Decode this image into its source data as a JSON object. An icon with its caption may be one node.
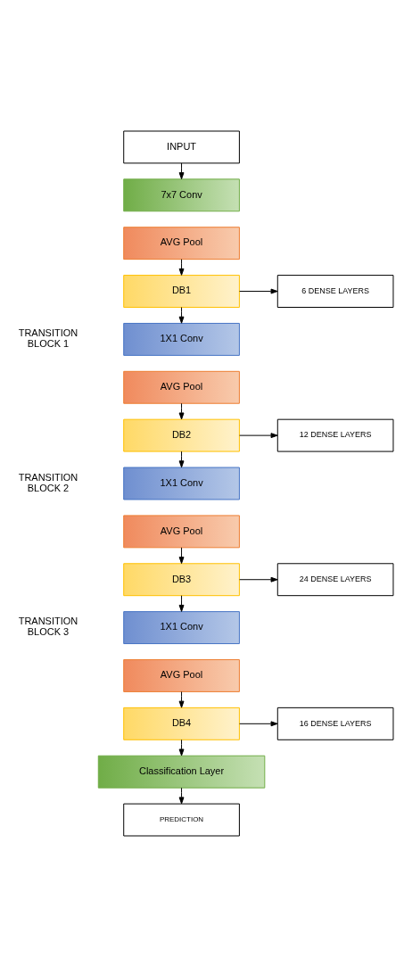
{
  "diagram": {
    "nodes": [
      {
        "text": [
          "INPUT"
        ]
      },
      {
        "text": [
          "7x7 Conv"
        ]
      },
      {
        "text": [
          "AVG Pool"
        ]
      },
      {
        "text": [
          "DB1"
        ]
      },
      {
        "text": [
          "6 DENSE LAYERS"
        ]
      },
      {
        "text": [
          "1X1 Conv"
        ]
      },
      {
        "text": [
          "AVG Pool"
        ]
      },
      {
        "text": [
          "DB2"
        ]
      },
      {
        "text": [
          "12 DENSE LAYERS"
        ]
      },
      {
        "text": [
          "1X1 Conv"
        ]
      },
      {
        "text": [
          "AVG Pool"
        ]
      },
      {
        "text": [
          "DB3"
        ]
      },
      {
        "text": [
          "24 DENSE LAYERS"
        ]
      },
      {
        "text": [
          "1X1 Conv"
        ]
      },
      {
        "text": [
          "AVG Pool"
        ]
      },
      {
        "text": [
          "DB4"
        ]
      },
      {
        "text": [
          "16 DENSE LAYERS"
        ]
      },
      {
        "text": [
          "Classification Layer"
        ]
      },
      {
        "text": [
          "PREDICTION"
        ]
      }
    ],
    "edges": [
      {
        "from": 0,
        "to": 1,
        "arrow": "to"
      },
      {
        "from": 2,
        "to": 3,
        "arrow": "to"
      },
      {
        "from": 3,
        "to": 4,
        "arrow": "to"
      },
      {
        "from": 3,
        "to": 5,
        "arrow": "to"
      },
      {
        "from": 6,
        "to": 7,
        "arrow": "to"
      },
      {
        "from": 7,
        "to": 8,
        "arrow": "to"
      },
      {
        "from": 7,
        "to": 9,
        "arrow": "to"
      },
      {
        "from": 10,
        "to": 11,
        "arrow": "to"
      },
      {
        "from": 11,
        "to": 12,
        "arrow": "to"
      },
      {
        "from": 11,
        "to": 13,
        "arrow": "to"
      },
      {
        "from": 14,
        "to": 15,
        "arrow": "to"
      },
      {
        "from": 15,
        "to": 16,
        "arrow": "to"
      },
      {
        "from": 15,
        "to": 17,
        "arrow": "to"
      },
      {
        "from": 17,
        "to": 18,
        "arrow": "to"
      }
    ],
    "labels": [
      "TRANSITION BLOCK 1",
      "TRANSITION BLOCK 2",
      "TRANSITION BLOCK 3"
    ]
  }
}
